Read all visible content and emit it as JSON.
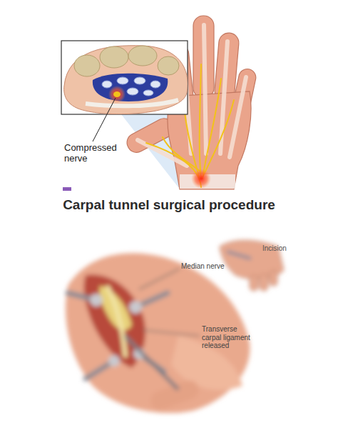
{
  "diagram": {
    "title": "Carpal tunnel surgical procedure",
    "labels": [
      "Compressed nerve",
      "Incision",
      "Median nerve",
      "Transverse carpal ligament released"
    ]
  }
}
